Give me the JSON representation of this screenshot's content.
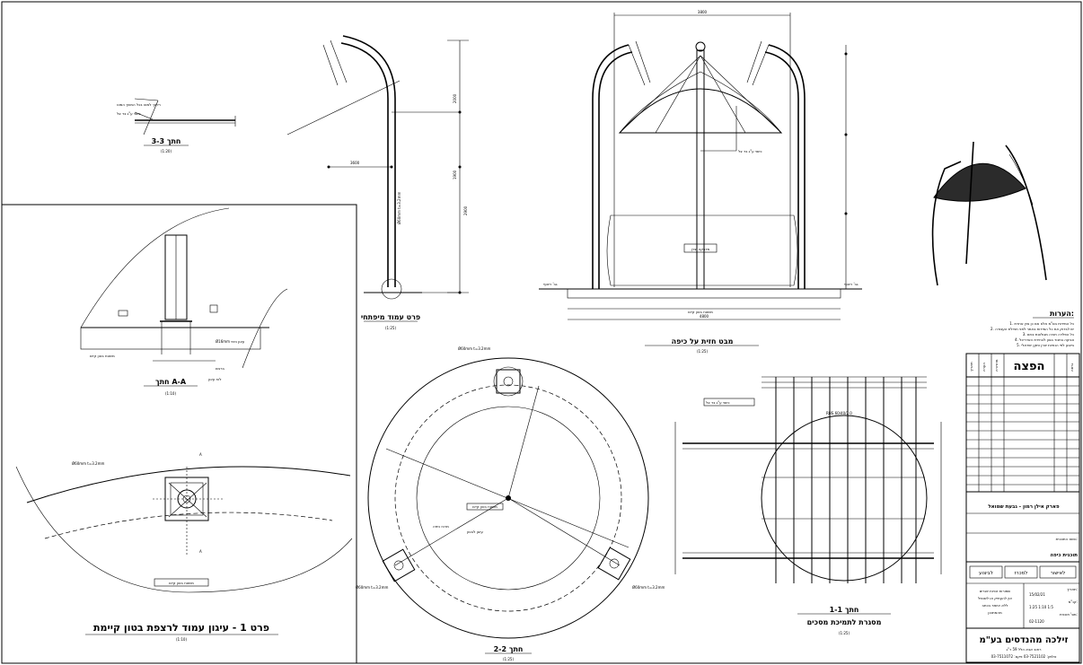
{
  "section33": {
    "title": "חתך 3-3",
    "scale": "(1:20)",
    "note1": "ריתוך למוט בכל המשך המוט",
    "note2": "כיסוי ע\"ג בד צל"
  },
  "postProfile": {
    "title": "פרט עמוד מיפתחי",
    "scale": "(1:25)",
    "pipe": "Ø60mm t=3.2mm",
    "dims": [
      "2000",
      "1900",
      "2900",
      "3600"
    ]
  },
  "shadeView": {
    "title": "מבט חזית על כיפה",
    "scale": "(1:25)",
    "sticker": "מדבקה יצרן",
    "floorLabel": "משטח בטון קיים",
    "roofLabel": "כיסוי ע\"ג בד צל",
    "dimTop": "3800",
    "dimBottom": "4800",
    "level1": "גב' ריצוף",
    "level2": "גב' ריצוף"
  },
  "sectionAA": {
    "title": "חתך A-A",
    "scale": "(1:10)",
    "floor": "משטח בטון קיים",
    "label1": "Ø16mm עיגון כימי",
    "label2": "ברגים",
    "label3": "לוח עיגון"
  },
  "detail1": {
    "title": "פרט 1 - עיגון עמוד לרצפת בטון קיימת",
    "scale": "(1:10)",
    "pipe": "Ø60mm t=3.2mm",
    "floor": "משטח בטון קיים",
    "markA1": "A",
    "markA2": "A"
  },
  "section22": {
    "title": "חתך 2-2",
    "scale": "(1:25)",
    "pipe1": "Ø60mm t=3.2mm",
    "pipe2": "Ø60mm t=3.2mm",
    "pipe3": "Ø60mm t=3.2mm",
    "label1": "משטח בטון קיים",
    "label2": "מרכז כיפה",
    "label3": "עיגון לבטון"
  },
  "section11": {
    "title": "חתך 1-1",
    "subtitle": "מסגרת לתמיכת מסכים",
    "scale": "(1:25)",
    "rhs": "RHS 60/40/2.0",
    "note": "כיסוי ע\"ג בד צל"
  },
  "notes": {
    "heading": "הערות:",
    "items": [
      "1. כל המידות בס\"מ אלא אם כן צוין אחרת",
      "2. יש לבדוק את כל המידות באתר לפני תחילת העבודה",
      "3. כל הפלדה תהיה מגולוונת בחם",
      "4. צביעה בתנור בגוון לבחירת האדריכל",
      "5. ביצוע לפי הנחיות יצרן ותקן ישראלי"
    ]
  },
  "titleBlock": {
    "revHeader": [
      "תאריך",
      "הערה",
      "מהדורה",
      "גרסה"
    ],
    "revTitle": "הפצה",
    "project": "פארק אילן רמון - גבעת שמואל",
    "drawingLabel": "נושא התוכנית:",
    "drawingName": "תוכנית כיפה",
    "stages": [
      "לביצוע",
      "למכרז",
      "לאישור"
    ],
    "dateLabel": "תאריך:",
    "dateValue": "15/02/21",
    "scaleLabel": "קנ\"מ:",
    "scaleValue": "1:25 1:10 1:5",
    "numLabel": "מס' תוכנית:",
    "numValue": "02-1120",
    "disclaimer": [
      "שמורות זכויות יוצרים",
      "אין להעתיק או לשכפל",
      "ללא אישור בכתב",
      "מהמתכנן"
    ],
    "company": "זילכה מהנדסים בע\"מ",
    "address": "רחוב אבא הלל 59 ר\"ג",
    "phone": "טלפון: 03-7521102  פקס: 03-7511072"
  },
  "colors": {
    "dome": "#2b2b2b",
    "line": "#000000"
  }
}
